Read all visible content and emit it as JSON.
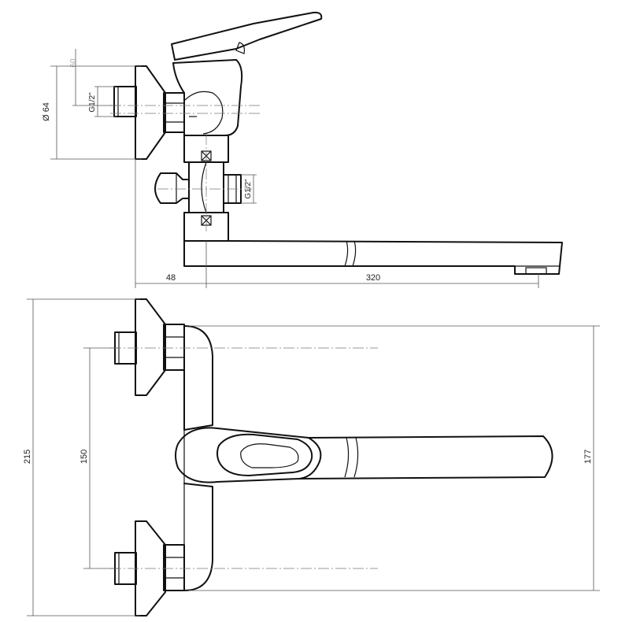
{
  "dimensions": {
    "eccentric_offset": "60",
    "flange_diameter": "Ø 64",
    "thread_inlet": "G1/2\"",
    "thread_outlet": "G1/2\"",
    "wall_projection": "48",
    "spout_length": "320",
    "total_height": "215",
    "inlet_spacing": "150",
    "spout_height": "177"
  }
}
